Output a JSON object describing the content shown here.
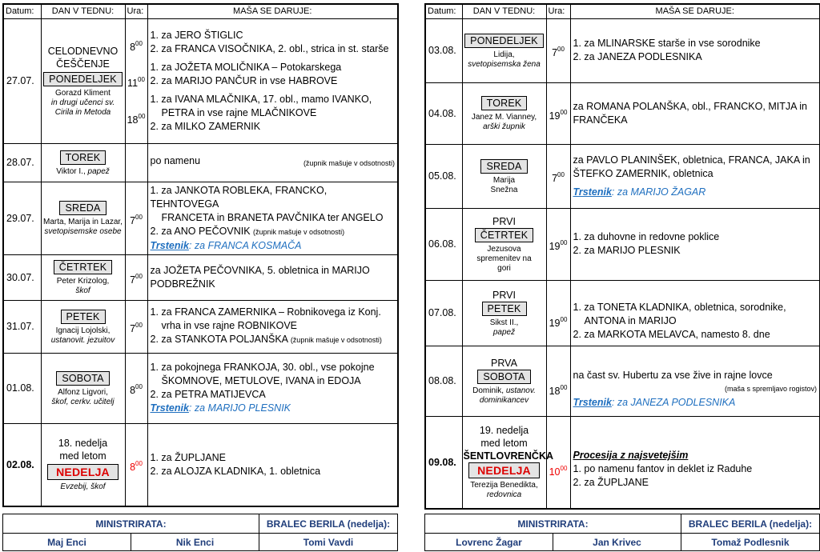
{
  "headers": {
    "date": "Datum:",
    "day": "DAN V TEDNU:",
    "time": "Ura:",
    "mass": "MAŠA SE DARUJE:"
  },
  "left": {
    "rows": [
      {
        "date": "27.07.",
        "top": [
          "CELODNEVNO",
          "ČEŠČENJE"
        ],
        "day": "PONEDELJEK",
        "saint": "Gorazd Kliment",
        "saint_it": "in drugi učenci sv. Cirila in Metoda",
        "times": [
          "8",
          "11",
          "18"
        ],
        "lines": [
          "1. za JERO ŠTIGLIC",
          "2. za FRANCA VISOČNIKA, 2. obl., strica in st. starše",
          "1. za JOŽETA MOLIČNIKA – Potokarskega",
          "2. za MARIJO PANČUR in vse HABROVE",
          "1. za IVANA MLAČNIKA, 17. obl., mamo IVANKO,",
          "PETRA in vse rajne MLAČNIKOVE",
          "2. za MILKO ZAMERNIK"
        ]
      },
      {
        "date": "28.07.",
        "day": "TOREK",
        "saint": "Viktor I., ",
        "saint_it": "papež",
        "lines": [
          "po namenu"
        ],
        "note": "(župnik mašuje v odsotnosti)"
      },
      {
        "date": "29.07.",
        "day": "SREDA",
        "saint": "Marta, Marija in Lazar, ",
        "saint_it": "svetopisemske osebe",
        "times": [
          "7"
        ],
        "lines": [
          "1. za JANKOTA ROBLEKA, FRANCKO, TEHNTOVEGA",
          "FRANCETA in BRANETA PAVČNIKA ter ANGELO",
          "2. za ANO PEČOVNIK"
        ],
        "note": "(župnik mašuje v odsotnosti)",
        "trstenik": "Trstenik",
        "trstenik_text": ": za FRANCA KOSMAČA"
      },
      {
        "date": "30.07.",
        "day": "ČETRTEK",
        "saint": "Peter Krizolog,",
        "saint_it": "škof",
        "times": [
          "7"
        ],
        "lines": [
          "za JOŽETA PEČOVNIKA, 5. obletnica in MARIJO",
          "PODBREŽNIK"
        ]
      },
      {
        "date": "31.07.",
        "day": "PETEK",
        "saint": "Ignacij Lojolski,",
        "saint_it": "ustanovit. jezuitov",
        "times": [
          "7"
        ],
        "lines": [
          "1. za FRANCA ZAMERNIKA – Robnikovega iz Konj.",
          "vrha in vse rajne ROBNIKOVE",
          "2. za STANKOTA POLJANŠKA"
        ],
        "note": "(župnik mašuje v odsotnosti)"
      },
      {
        "date": "01.08.",
        "day": "SOBOTA",
        "saint": "Alfonz Ligvori,",
        "saint_it": "škof, cerkv. učitelj",
        "times": [
          "8"
        ],
        "lines": [
          "1. za pokojnega FRANKOJA, 30. obl., vse pokojne",
          "ŠKOMNOVE, METULOVE, IVANA in EDOJA",
          "2. za PETRA MATIJEVCA"
        ],
        "trstenik": "Trstenik",
        "trstenik_text": ": za MARIJO PLESNIK"
      },
      {
        "date": "02.08.",
        "top": [
          "18. nedelja",
          "med letom"
        ],
        "day": "NEDELJA",
        "saint_it": "Evzebij, škof",
        "times": [
          "8"
        ],
        "lines": [
          "1. za ŽUPLJANE",
          "2. za ALOJZA KLADNIKA, 1. obletnica"
        ]
      }
    ],
    "footer": {
      "ministrants_label": "MINISTRIRATA:",
      "reader_label": "BRALEC BERILA (nedelja):",
      "m1": "Maj Enci",
      "m2": "Nik Enci",
      "reader": "Tomi Vavdi"
    }
  },
  "right": {
    "rows": [
      {
        "date": "03.08.",
        "day": "PONEDELJEK",
        "saint": "Lidija,",
        "saint_it": "svetopisemska žena",
        "times": [
          "7"
        ],
        "lines": [
          "1. za MLINARSKE starše in vse sorodnike",
          "2. za JANEZA PODLESNIKA"
        ]
      },
      {
        "date": "04.08.",
        "day": "TOREK",
        "saint": "Janez M. Vianney,",
        "saint_it": "arški župnik",
        "times": [
          "19"
        ],
        "lines": [
          "za ROMANA POLANŠKA, obl., FRANCKO, MITJA in",
          "FRANČEKA"
        ]
      },
      {
        "date": "05.08.",
        "day": "SREDA",
        "saint": "Marija Snežna",
        "times": [
          "7"
        ],
        "lines": [
          "za PAVLO PLANINŠEK,  obletnica, FRANCA, JAKA in",
          "ŠTEFKO ZAMERNIK, obletnica"
        ],
        "trstenik": "Trstenik",
        "trstenik_text": ": za MARIJO ŽAGAR"
      },
      {
        "date": "06.08.",
        "top": [
          "PRVI"
        ],
        "day": "ČETRTEK",
        "saint": "Jezusova spremenitev na gori",
        "times": [
          "19"
        ],
        "lines": [
          "1. za duhovne in redovne poklice",
          "2. za MARIJO PLESNIK"
        ]
      },
      {
        "date": "07.08.",
        "top": [
          "PRVI"
        ],
        "day": "PETEK",
        "saint": "Sikst II.,",
        "saint_it": "papež",
        "times": [
          "19"
        ],
        "lines": [
          "1. za TONETA KLADNIKA, obletnica, sorodnike,",
          "ANTONA in MARIJO",
          "2. za MARKOTA MELAVCA, namesto 8. dne"
        ]
      },
      {
        "date": "08.08.",
        "top": [
          "PRVA"
        ],
        "day": "SOBOTA",
        "saint": "Dominik,",
        "saint_it": "ustanov. dominikancev",
        "times": [
          "18"
        ],
        "lines": [
          "na čast sv. Hubertu za vse žive in rajne lovce"
        ],
        "note": "(maša s spremljavo rogistov)",
        "trstenik": "Trstenik",
        "trstenik_text": ": za JANEZA PODLESNIKA"
      },
      {
        "date": "09.08.",
        "top": [
          "19. nedelja",
          "med letom",
          "ŠENTLOVRENČKA"
        ],
        "day": "NEDELJA",
        "saint": "Terezija Benedikta,",
        "saint_it": "redovnica",
        "times": [
          "10"
        ],
        "procession": "Procesija z najsvetejšim",
        "lines": [
          "1. po namenu fantov in deklet iz Raduhe",
          "2. za ŽUPLJANE"
        ]
      }
    ],
    "footer": {
      "ministrants_label": "MINISTRIRATA:",
      "reader_label": "BRALEC BERILA (nedelja):",
      "m1": "Lovrenc Žagar",
      "m2": "Jan Krivec",
      "reader": "Tomaž Podlesnik"
    }
  },
  "time_sup": "00",
  "colors": {
    "sunday_red": "#dd0000",
    "link_blue": "#1f6fbf",
    "footer_navy": "#1f3d7a",
    "day_box": "#e4e4e4"
  }
}
